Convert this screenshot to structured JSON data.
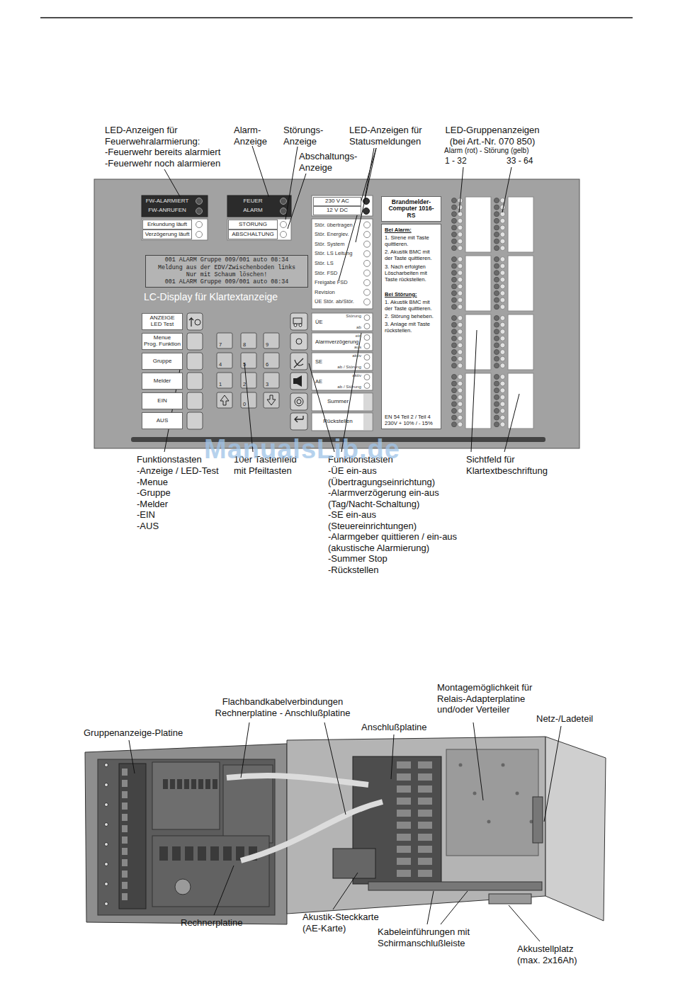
{
  "diagram": {
    "nodes": [
      {
        "text": [
          "FW-ALARMIERT"
        ]
      },
      {
        "text": [
          "FW-ANRUFEN"
        ]
      },
      {
        "text": [
          "Erkundung läuft"
        ]
      },
      {
        "text": [
          "Verzögerung läuft"
        ]
      },
      {
        "text": [
          "FEUER"
        ]
      },
      {
        "text": [
          "ALARM"
        ]
      },
      {
        "text": [
          "STÖRUNG"
        ]
      },
      {
        "text": [
          "ABSCHALTUNG"
        ]
      },
      {
        "text": [
          "230 V AC"
        ]
      },
      {
        "text": [
          "12 V DC"
        ]
      },
      {
        "text": [
          "Stör. übertragen"
        ]
      },
      {
        "text": [
          "Stör. Energiev."
        ]
      },
      {
        "text": [
          "Stör. System"
        ]
      },
      {
        "text": [
          "Stör. LS Leitung"
        ]
      },
      {
        "text": [
          "Stör. LS"
        ]
      },
      {
        "text": [
          "Stör. FSD"
        ]
      },
      {
        "text": [
          "Freigabe FSD"
        ]
      },
      {
        "text": [
          "Revision"
        ]
      },
      {
        "text": [
          "ÜE Stör. ab/Stör."
        ]
      },
      {
        "text": [
          "Brandmelder- Computer 1016-RS"
        ]
      },
      {
        "text": [
          "Bei Alarm:",
          "1. Sirene mit Taste quittieren.",
          "2. Akustik BMC mit der Taste quittieren.",
          "3. Nach erfolgten Löscharbeiten mit Taste rückstellen.",
          "Bei Störung:",
          "1. Akustik BMC mit der Taste quittieren.",
          "2. Störung beheben.",
          "3. Anlage mit Taste rückstellen.",
          "EN 54 Teil 2 / Teil 4 230V + 10% / - 15%"
        ]
      },
      {
        "text": [
          "001 ALARM Gruppe 009/001  auto  08:34",
          "Meldung aus der EDV/Zwischenboden links",
          "Nur mit Schaum löschen!",
          "001 ALARM Gruppe 009/001  auto  08:34"
        ]
      },
      {
        "text": [
          "ANZEIGE",
          "LED Test"
        ]
      },
      {
        "text": [
          "Menue",
          "Prog. Funktion"
        ]
      },
      {
        "text": [
          "Gruppe"
        ]
      },
      {
        "text": [
          "Melder"
        ]
      },
      {
        "text": [
          "EIN"
        ]
      },
      {
        "text": [
          "AUS"
        ]
      },
      {
        "text": [
          "ÜE",
          "Störung",
          "ab"
        ]
      },
      {
        "text": [
          "Alarmverzögerung",
          "ein",
          "aus"
        ]
      },
      {
        "text": [
          "SE",
          "aktiv",
          "ab / Störung"
        ]
      },
      {
        "text": [
          "AE",
          "aktiv",
          "ab / Störung"
        ]
      },
      {
        "text": [
          "Summer"
        ]
      },
      {
        "text": [
          "Rückstellen"
        ]
      }
    ],
    "labels": [
      "LED-Anzeigen für Feuerwehralarmierung:",
      "-Feuerwehr bereits alarmiert",
      "-Feuerwehr noch alarmieren",
      "Alarm- Anzeige",
      "Störungs- Anzeige",
      "Abschaltungs- Anzeige",
      "LED-Anzeigen für Statusmeldungen",
      "LED-Gruppenanzeigen (bei Art.-Nr. 070 850)",
      "Alarm (rot)  -  Störung (gelb)",
      "1 - 32",
      "33 - 64",
      "LC-Display für Klartextanzeige",
      "7",
      "8",
      "9",
      "4",
      "5",
      "6",
      "1",
      "2",
      "3",
      "0",
      "Funktionstasten",
      "-Anzeige / LED-Test",
      "-Menue",
      "-Gruppe",
      "-Melder",
      "-EIN",
      "-AUS",
      "10er Tastenfeld mit Pfeiltasten",
      "Funktionstasten",
      "-ÜE ein-aus",
      "(Übertragungseinrichtung)",
      "-Alarmverzögerung ein-aus",
      "(Tag/Nacht-Schaltung)",
      "-SE ein-aus",
      "(Steuereinrichtungen)",
      "-Alarmgeber quittieren / ein-aus",
      "(akustische Alarmierung)",
      "-Summer Stop",
      "-Rückstellen",
      "Sichtfeld für Klartextbeschriftung",
      "ManualsLib.de",
      "Flachbandkabelverbindungen Rechnerplatine - Anschlußplatine",
      "Montagemöglichkeit für Relais-Adapterplatine und/oder Verteiler",
      "Netz-/Ladeteil",
      "Gruppenanzeige-Platine",
      "Anschlußplatine",
      "Rechnerplatine",
      "Akustik-Steckkarte (AE-Karte)",
      "Kabeleinführungen mit Schirmanschlußleiste",
      "Akkustellplatz (max. 2x16Ah)"
    ]
  }
}
